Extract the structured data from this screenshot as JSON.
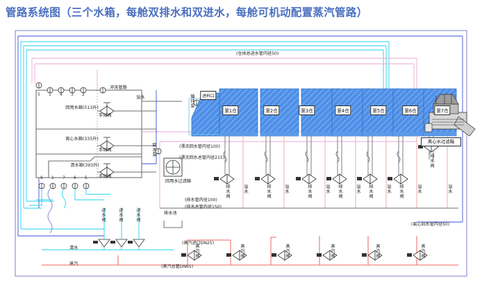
{
  "title": "管路系统图（三个水箱，每舱双排水和双进水，每舱可机动配置蒸汽管路）",
  "tanks": [
    {
      "name": "回用水箱(513升)"
    },
    {
      "name": "离心水箱(335升)"
    },
    {
      "name": "清水箱(393升)"
    }
  ],
  "tank_ports_top": [
    "5",
    "1",
    "4",
    "3",
    "2"
  ],
  "tank_ports_bottom": [
    "6",
    "1",
    "7",
    "6",
    "5"
  ],
  "manual_valves": [
    "手动阀",
    "手动阀",
    "手动阀"
  ],
  "overflow_label": "溢水",
  "flush_pipe_label": "冲洗管路",
  "return_pump_label": "回水泵",
  "circulation_pump_label": "循环泵",
  "feed_inlet_label": "进料口",
  "reuse_filter_box": "回用水过滤箱",
  "centrifuge_filter_box": "离心水过滤箱",
  "drain_pool_label": "排水池",
  "clean_water_label": "清水",
  "steam_label": "蒸汽",
  "cabins": [
    "第1仓",
    "第2仓",
    "第3仓",
    "第4仓",
    "第5仓",
    "第6仓",
    "第7仓"
  ],
  "cabin_valves": {
    "drain_valve": "排水阀",
    "overflow": "溢水",
    "steam_valve": "蒸汽阀"
  },
  "inlet_valves": [
    "进水阀",
    "进水阀",
    "进水阀"
  ],
  "annotations": {
    "cabin_inlet": "(仓体总进水管内径50)",
    "rinse_return": "(漂洗回水管内径100)",
    "rinse_return_main": "(漂洗回水总管内径215)",
    "drain_pipe": "(排水管内径100)",
    "drain_main": "(排水总管内径150)",
    "steam_inlet": "(蒸汽进口DN25)",
    "steam_main": "(蒸汽总管DN65)",
    "centrifuge_return": "(离心回水管内径50)"
  },
  "colors": {
    "title": "#4a6fc0",
    "frame": "#7b7fd0",
    "cyan": "#22d3ee",
    "pink": "#e9a7d4",
    "blue": "#3b4fd8",
    "red": "#f2645c",
    "gray": "#6e6e6e",
    "cabin_fill": "#4f8fe8"
  }
}
